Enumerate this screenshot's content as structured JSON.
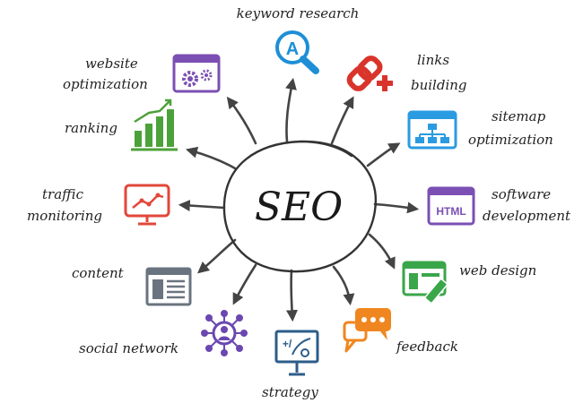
{
  "center": {
    "label": "SEO"
  },
  "nodes": [
    {
      "id": "keyword-research",
      "lines": [
        "keyword research"
      ],
      "icon": "magnifier-a-icon",
      "color": "#1e8fd6"
    },
    {
      "id": "links-building",
      "lines": [
        "links",
        "building"
      ],
      "icon": "chain-link-plus-icon",
      "color": "#d9342b"
    },
    {
      "id": "sitemap-optimization",
      "lines": [
        "sitemap",
        "optimization"
      ],
      "icon": "sitemap-window-icon",
      "color": "#2a9be0"
    },
    {
      "id": "software-development",
      "lines": [
        "software",
        "development"
      ],
      "icon": "html-window-icon",
      "color": "#7b4fb3",
      "badge": "HTML"
    },
    {
      "id": "web-design",
      "lines": [
        "web design"
      ],
      "icon": "web-design-window-icon",
      "color": "#3aa64a"
    },
    {
      "id": "feedback",
      "lines": [
        "feedback"
      ],
      "icon": "speech-bubbles-icon",
      "color": "#f0861f"
    },
    {
      "id": "strategy",
      "lines": [
        "strategy"
      ],
      "icon": "strategy-board-icon",
      "color": "#2c5d8a"
    },
    {
      "id": "social-network",
      "lines": [
        "social network"
      ],
      "icon": "network-people-icon",
      "color": "#6b47b0"
    },
    {
      "id": "content",
      "lines": [
        "content"
      ],
      "icon": "document-window-icon",
      "color": "#6a7480"
    },
    {
      "id": "traffic-monitoring",
      "lines": [
        "traffic",
        "monitoring"
      ],
      "icon": "monitor-graph-icon",
      "color": "#e2473a"
    },
    {
      "id": "ranking",
      "lines": [
        "ranking"
      ],
      "icon": "bar-chart-icon",
      "color": "#4ca23a"
    },
    {
      "id": "website-optimization",
      "lines": [
        "website",
        "optimization"
      ],
      "icon": "gear-window-icon",
      "color": "#7b4fb3"
    }
  ]
}
